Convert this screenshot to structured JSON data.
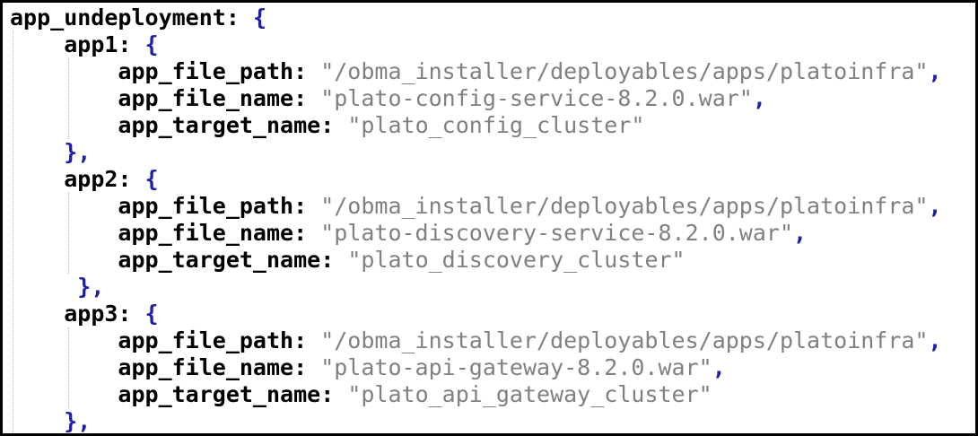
{
  "colors": {
    "background": "#ffffff",
    "frame_border": "#000000",
    "key": "#000000",
    "punctuation": "#1e1ea8",
    "string": "#808080",
    "indent_guide": "#b4b4b4"
  },
  "code": {
    "lines": [
      {
        "tokens": [
          {
            "type": "key",
            "text": "app_undeployment:"
          },
          {
            "type": "space",
            "text": " "
          },
          {
            "type": "punct",
            "text": "{"
          }
        ]
      },
      {
        "tokens": [
          {
            "type": "space",
            "text": "    "
          },
          {
            "type": "key",
            "text": "app1:"
          },
          {
            "type": "space",
            "text": " "
          },
          {
            "type": "punct",
            "text": "{"
          }
        ]
      },
      {
        "tokens": [
          {
            "type": "space",
            "text": "        "
          },
          {
            "type": "key",
            "text": "app_file_path:"
          },
          {
            "type": "space",
            "text": " "
          },
          {
            "type": "string",
            "text": "\"/obma_installer/deployables/apps/platoinfra\""
          },
          {
            "type": "punct",
            "text": ","
          }
        ]
      },
      {
        "tokens": [
          {
            "type": "space",
            "text": "        "
          },
          {
            "type": "key",
            "text": "app_file_name:"
          },
          {
            "type": "space",
            "text": " "
          },
          {
            "type": "string",
            "text": "\"plato-config-service-8.2.0.war\""
          },
          {
            "type": "punct",
            "text": ","
          }
        ]
      },
      {
        "tokens": [
          {
            "type": "space",
            "text": "        "
          },
          {
            "type": "key",
            "text": "app_target_name:"
          },
          {
            "type": "space",
            "text": " "
          },
          {
            "type": "string",
            "text": "\"plato_config_cluster\""
          }
        ]
      },
      {
        "tokens": [
          {
            "type": "space",
            "text": "    "
          },
          {
            "type": "punct",
            "text": "},"
          }
        ]
      },
      {
        "tokens": [
          {
            "type": "space",
            "text": "    "
          },
          {
            "type": "key",
            "text": "app2:"
          },
          {
            "type": "space",
            "text": " "
          },
          {
            "type": "punct",
            "text": "{"
          }
        ]
      },
      {
        "tokens": [
          {
            "type": "space",
            "text": "        "
          },
          {
            "type": "key",
            "text": "app_file_path:"
          },
          {
            "type": "space",
            "text": " "
          },
          {
            "type": "string",
            "text": "\"/obma_installer/deployables/apps/platoinfra\""
          },
          {
            "type": "punct",
            "text": ","
          }
        ]
      },
      {
        "tokens": [
          {
            "type": "space",
            "text": "        "
          },
          {
            "type": "key",
            "text": "app_file_name:"
          },
          {
            "type": "space",
            "text": " "
          },
          {
            "type": "string",
            "text": "\"plato-discovery-service-8.2.0.war\""
          },
          {
            "type": "punct",
            "text": ","
          }
        ]
      },
      {
        "tokens": [
          {
            "type": "space",
            "text": "        "
          },
          {
            "type": "key",
            "text": "app_target_name:"
          },
          {
            "type": "space",
            "text": " "
          },
          {
            "type": "string",
            "text": "\"plato_discovery_cluster\""
          }
        ]
      },
      {
        "tokens": [
          {
            "type": "space",
            "text": "     "
          },
          {
            "type": "punct",
            "text": "},"
          }
        ]
      },
      {
        "tokens": [
          {
            "type": "space",
            "text": "    "
          },
          {
            "type": "key",
            "text": "app3:"
          },
          {
            "type": "space",
            "text": " "
          },
          {
            "type": "punct",
            "text": "{"
          }
        ]
      },
      {
        "tokens": [
          {
            "type": "space",
            "text": "        "
          },
          {
            "type": "key",
            "text": "app_file_path:"
          },
          {
            "type": "space",
            "text": " "
          },
          {
            "type": "string",
            "text": "\"/obma_installer/deployables/apps/platoinfra\""
          },
          {
            "type": "punct",
            "text": ","
          }
        ]
      },
      {
        "tokens": [
          {
            "type": "space",
            "text": "        "
          },
          {
            "type": "key",
            "text": "app_file_name:"
          },
          {
            "type": "space",
            "text": " "
          },
          {
            "type": "string",
            "text": "\"plato-api-gateway-8.2.0.war\""
          },
          {
            "type": "punct",
            "text": ","
          }
        ]
      },
      {
        "tokens": [
          {
            "type": "space",
            "text": "        "
          },
          {
            "type": "key",
            "text": "app_target_name:"
          },
          {
            "type": "space",
            "text": " "
          },
          {
            "type": "string",
            "text": "\"plato_api_gateway_cluster\""
          }
        ]
      },
      {
        "tokens": [
          {
            "type": "space",
            "text": "    "
          },
          {
            "type": "punct",
            "text": "},"
          }
        ]
      }
    ]
  }
}
